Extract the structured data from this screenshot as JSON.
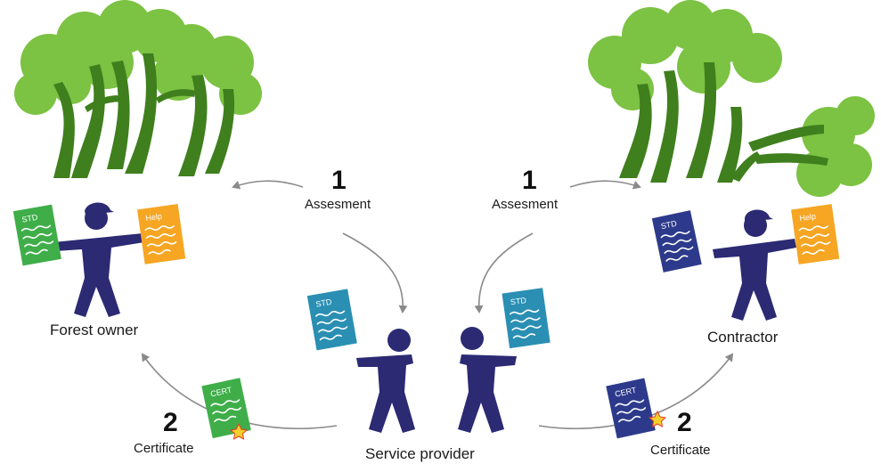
{
  "labels": {
    "forest_owner": "Forest owner",
    "contractor": "Contractor",
    "service_provider": "Service provider"
  },
  "steps": {
    "left_assessment_number": "1",
    "left_assessment_label": "Assesment",
    "right_assessment_number": "1",
    "right_assessment_label": "Assesment",
    "left_certificate_number": "2",
    "left_certificate_label": "Certificate",
    "right_certificate_number": "2",
    "right_certificate_label": "Certificate"
  },
  "documents": {
    "std": "STD",
    "help": "Help",
    "cert": "CERT"
  },
  "colors": {
    "figure": "#2b2a73",
    "tree_green": "#7cc243",
    "trunk_green": "#3f7f1d",
    "doc_green": "#3fae49",
    "doc_orange": "#f6a623",
    "doc_teal": "#2a8fb3",
    "doc_navy": "#2d3a8c",
    "arrow": "#8a8a8a"
  }
}
